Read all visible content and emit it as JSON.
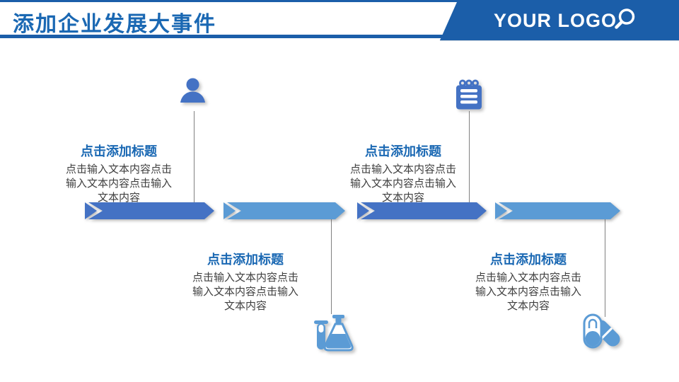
{
  "header": {
    "title": "添加企业发展大事件",
    "logo_text": "YOUR LOGO"
  },
  "colors": {
    "header_blue": "#1B5EA9",
    "title_blue": "#1A68B3",
    "arrow_dark": "#4472C4",
    "arrow_light": "#5B9BD5",
    "icon_dark": "#4472C4",
    "icon_light": "#5B9BD5",
    "body_text": "#3F3F3F",
    "connector_gray": "#808080"
  },
  "timeline": {
    "items": [
      {
        "position": "top-1",
        "icon": "person-icon",
        "title": "点击添加标题",
        "body_lines": [
          "点击输入文本内容点击",
          "输入文本内容点击输入",
          "文本内容"
        ]
      },
      {
        "position": "bottom-1",
        "icon": "flask-icon",
        "title": "点击添加标题",
        "body_lines": [
          "点击输入文本内容点击",
          "输入文本内容点击输入",
          "文本内容"
        ]
      },
      {
        "position": "top-2",
        "icon": "notebook-icon",
        "title": "点击添加标题",
        "body_lines": [
          "点击输入文本内容点击",
          "输入文本内容点击输入",
          "文本内容"
        ]
      },
      {
        "position": "bottom-2",
        "icon": "pill-icon",
        "title": "点击添加标题",
        "body_lines": [
          "点击输入文本内容点击",
          "输入文本内容点击输入",
          "文本内容"
        ]
      }
    ]
  }
}
